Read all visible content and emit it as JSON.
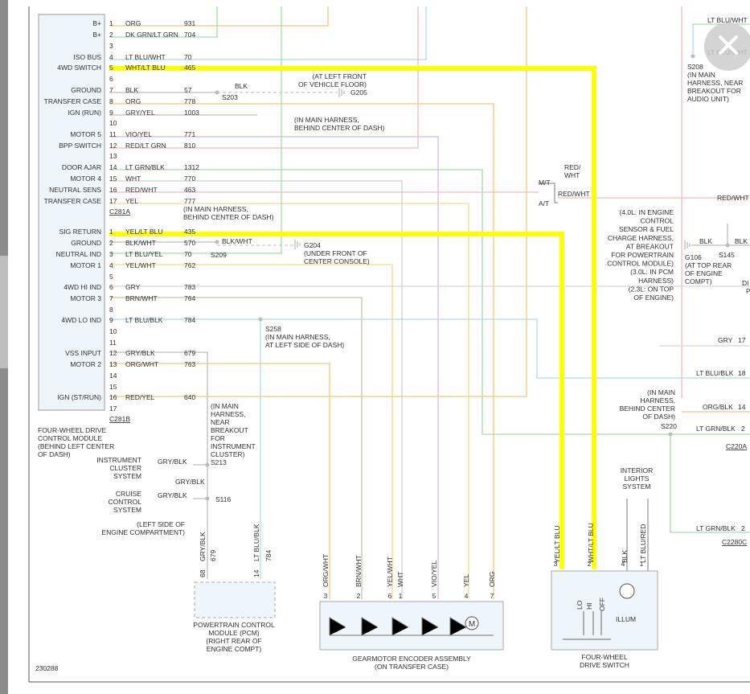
{
  "diagram_id": "230288",
  "close_icon_glyph": "✕",
  "colors": {
    "highlight": "#ffff00",
    "wire_orange": "#f7c77a",
    "wire_green": "#a4dfa4",
    "wire_blue": "#a9dcf0",
    "wire_pink": "#f6b9b9",
    "wire_gray": "#bdbdbd",
    "wire_brown": "#d3bfa0",
    "wire_violet": "#d6b8e6"
  },
  "module": {
    "name": "FOUR-WHEEL DRIVE",
    "name2": "CONTROL MODULE",
    "location": "(BEHIND LEFT CENTER",
    "location2": "OF DASH)",
    "connector_a": "C281A",
    "connector_b": "C281B"
  },
  "pins_a": [
    {
      "pin": "1",
      "color": "ORG",
      "circuit": "931",
      "label": "B+"
    },
    {
      "pin": "2",
      "color": "DK GRN/LT GRN",
      "circuit": "704",
      "label": "B+"
    },
    {
      "pin": "3",
      "color": "",
      "circuit": "",
      "label": ""
    },
    {
      "pin": "4",
      "color": "LT BLU/WHT",
      "circuit": "70",
      "label": "ISO BUS"
    },
    {
      "pin": "5",
      "color": "WHT/LT BLU",
      "circuit": "465",
      "label": "4WD SWITCH"
    },
    {
      "pin": "6",
      "color": "",
      "circuit": "",
      "label": ""
    },
    {
      "pin": "7",
      "color": "BLK",
      "circuit": "57",
      "label": "GROUND"
    },
    {
      "pin": "8",
      "color": "ORG",
      "circuit": "778",
      "label": "TRANSFER CASE"
    },
    {
      "pin": "9",
      "color": "GRY/YEL",
      "circuit": "1003",
      "label": "IGN (RUN)"
    },
    {
      "pin": "10",
      "color": "",
      "circuit": "",
      "label": ""
    },
    {
      "pin": "11",
      "color": "VIO/YEL",
      "circuit": "771",
      "label": "MOTOR 5"
    },
    {
      "pin": "12",
      "color": "RED/LT GRN",
      "circuit": "810",
      "label": "BPP SWITCH"
    },
    {
      "pin": "13",
      "color": "",
      "circuit": "",
      "label": ""
    },
    {
      "pin": "14",
      "color": "LT GRN/BLK",
      "circuit": "1312",
      "label": "DOOR AJAR"
    },
    {
      "pin": "15",
      "color": "WHT",
      "circuit": "770",
      "label": "MOTOR 4"
    },
    {
      "pin": "16",
      "color": "RED/WHT",
      "circuit": "463",
      "label": "NEUTRAL SENS"
    },
    {
      "pin": "17",
      "color": "YEL",
      "circuit": "777",
      "label": "TRANSFER CASE"
    }
  ],
  "pins_b": [
    {
      "pin": "1",
      "color": "YEL/LT BLU",
      "circuit": "435",
      "label": "SIG RETURN"
    },
    {
      "pin": "2",
      "color": "BLK/WHT",
      "circuit": "570",
      "label": "GROUND"
    },
    {
      "pin": "3",
      "color": "LT BLU/YEL",
      "circuit": "70",
      "label": "NEUTRAL IND"
    },
    {
      "pin": "4",
      "color": "YEL/WHT",
      "circuit": "762",
      "label": "MOTOR 1"
    },
    {
      "pin": "5",
      "color": "",
      "circuit": "",
      "label": ""
    },
    {
      "pin": "6",
      "color": "GRY",
      "circuit": "783",
      "label": "4WD HI IND"
    },
    {
      "pin": "7",
      "color": "BRN/WHT",
      "circuit": "764",
      "label": "MOTOR 3"
    },
    {
      "pin": "8",
      "color": "",
      "circuit": "",
      "label": ""
    },
    {
      "pin": "9",
      "color": "LT BLU/BLK",
      "circuit": "784",
      "label": "4WD LO IND"
    },
    {
      "pin": "10",
      "color": "",
      "circuit": "",
      "label": ""
    },
    {
      "pin": "11",
      "color": "",
      "circuit": "",
      "label": ""
    },
    {
      "pin": "12",
      "color": "GRY/BLK",
      "circuit": "679",
      "label": "VSS INPUT"
    },
    {
      "pin": "13",
      "color": "ORG/WHT",
      "circuit": "763",
      "label": "MOTOR 2"
    },
    {
      "pin": "14",
      "color": "",
      "circuit": "",
      "label": ""
    },
    {
      "pin": "15",
      "color": "",
      "circuit": "",
      "label": ""
    },
    {
      "pin": "16",
      "color": "RED/YEL",
      "circuit": "640",
      "label": "IGN (ST/RUN)"
    },
    {
      "pin": "17",
      "color": "",
      "circuit": "",
      "label": ""
    }
  ],
  "splices": {
    "s203": "S203",
    "s209": "S209",
    "s258": "S258",
    "s213": "S213",
    "s116": "S116",
    "s208": "S208",
    "s220": "S220",
    "s145": "S145"
  },
  "grounds": {
    "g205": "G205",
    "g204": "G204",
    "g106": "G106"
  },
  "notes": {
    "g205_1": "(AT LEFT FRONT",
    "g205_2": "OF VEHICLE FLOOR)",
    "mh_dash_1": "(IN MAIN HARNESS,",
    "mh_dash_2": "BEHIND CENTER OF DASH)",
    "mh_dash_b1": "(IN MAIN HARNESS,",
    "mh_dash_b2": "BEHIND CENTER OF DASH)",
    "g204_1": "(UNDER FRONT OF",
    "g204_2": "CENTER CONSOLE)",
    "s258_1": "(IN MAIN HARNESS,",
    "s258_2": "AT LEFT SIDE OF DASH)",
    "s213_1": "(IN MAIN",
    "s213_2": "HARNESS,",
    "s213_3": "NEAR",
    "s213_4": "BREAKOUT",
    "s213_5": "FOR",
    "s213_6": "INSTRUMENT",
    "s213_7": "CLUSTER)",
    "s116_1": "(LEFT SIDE OF",
    "s116_2": "ENGINE COMPARTMENT)",
    "s208_1": "(IN MAIN",
    "s208_2": "HARNESS, NEAR",
    "s208_3": "BREAKOUT FOR",
    "s208_4": "AUDIO UNIT)",
    "g106_1": "(AT TOP REAR",
    "g106_2": "OF ENGINE",
    "g106_3": "COMPT)",
    "eng_1": "(4.0L: IN ENGINE",
    "eng_2": "CONTROL",
    "eng_3": "SENSOR & FUEL",
    "eng_4": "CHARGE HARNESS,",
    "eng_5": "AT BREAKOUT",
    "eng_6": "FOR POWERTRAIN",
    "eng_7": "CONTROL MODULE)",
    "eng_8": "(3.0L: IN PCM",
    "eng_9": "HARNESS)",
    "eng_10": "(2.3L: ON TOP",
    "eng_11": "OF ENGINE)",
    "s220_1": "(IN MAIN",
    "s220_2": "HARNESS,",
    "s220_3": "BEHIND CENTER",
    "s220_4": "OF DASH)"
  },
  "misc": {
    "mt": "M/T",
    "at": "A/T",
    "red_wht_1": "RED/",
    "red_wht_2": "WHT",
    "red_wht_at": "RED/WHT",
    "blk_g205": "BLK",
    "blk_wht_g204": "BLK/WHT",
    "blk_g106": "BLK",
    "blk_s145": "BLK",
    "gry_blk_a": "GRY/BLK",
    "gry_blk_b": "GRY/BLK",
    "gry_blk_c": "GRY/BLK",
    "di": "DI",
    "p": "P"
  },
  "right_side": {
    "top_lt_blu_wht": "LT BLU/WHT",
    "top_lt_blu_wht2": "LT BLU/WHT",
    "red_wht_right": "RED/WHT",
    "gry": "GRY",
    "gry_pin": "17",
    "lt_blu_blk": "LT BLU/BLK",
    "lt_blu_blk_pin": "18",
    "org_blk": "ORG/BLK",
    "org_blk_pin": "14",
    "lt_grn_blk": "LT GRN/BLK",
    "lt_grn_blk_pin": "2",
    "c220a": "C220A",
    "lt_grn_blk2": "LT GRN/BLK",
    "lt_grn_blk2_pin": "2",
    "c2280c": "C2280C"
  },
  "cluster": {
    "l1": "INSTRUMENT",
    "l2": "CLUSTER",
    "l3": "SYSTEM"
  },
  "cruise": {
    "l1": "CRUISE",
    "l2": "CONTROL",
    "l3": "SYSTEM"
  },
  "interior": {
    "l1": "INTERIOR",
    "l2": "LIGHTS",
    "l3": "SYSTEM"
  },
  "pcm": {
    "wire1": "GRY/BLK",
    "circ1": "679",
    "pin1": "68",
    "wire2": "LT BLU/BLK",
    "circ2": "784",
    "pin2": "14",
    "l1": "POWERTRAIN CONTROL",
    "l2": "MODULE (PCM)",
    "l3": "(RIGHT REAR OF",
    "l4": "ENGINE COMPT)"
  },
  "gearmotor": {
    "wires": [
      {
        "color": "ORG/WHT",
        "pin": "3"
      },
      {
        "color": "BRN/WHT",
        "pin": "2"
      },
      {
        "color": "YEL/WHT",
        "pin": "6"
      },
      {
        "color": "WHT",
        "pin": "1"
      },
      {
        "color": "VIO/YEL",
        "pin": "5"
      },
      {
        "color": "YEL",
        "pin": "4"
      },
      {
        "color": "ORG",
        "pin": "7"
      }
    ],
    "motor": "M",
    "l1": "GEARMOTOR ENCODER ASSEMBLY",
    "l2": "(ON TRANSFER CASE)"
  },
  "fwd_switch": {
    "wires": [
      {
        "color": "YEL/LT BLU",
        "pin": "3"
      },
      {
        "color": "WHT/LT BLU",
        "pin": "2"
      },
      {
        "color": "BLK",
        "pin": "4"
      },
      {
        "color": "LT BLU/RED",
        "pin": "1"
      }
    ],
    "lo": "LO",
    "hi": "HI",
    "off": "OFF",
    "illum": "ILLUM",
    "l1": "FOUR-WHEEL",
    "l2": "DRIVE SWITCH"
  }
}
